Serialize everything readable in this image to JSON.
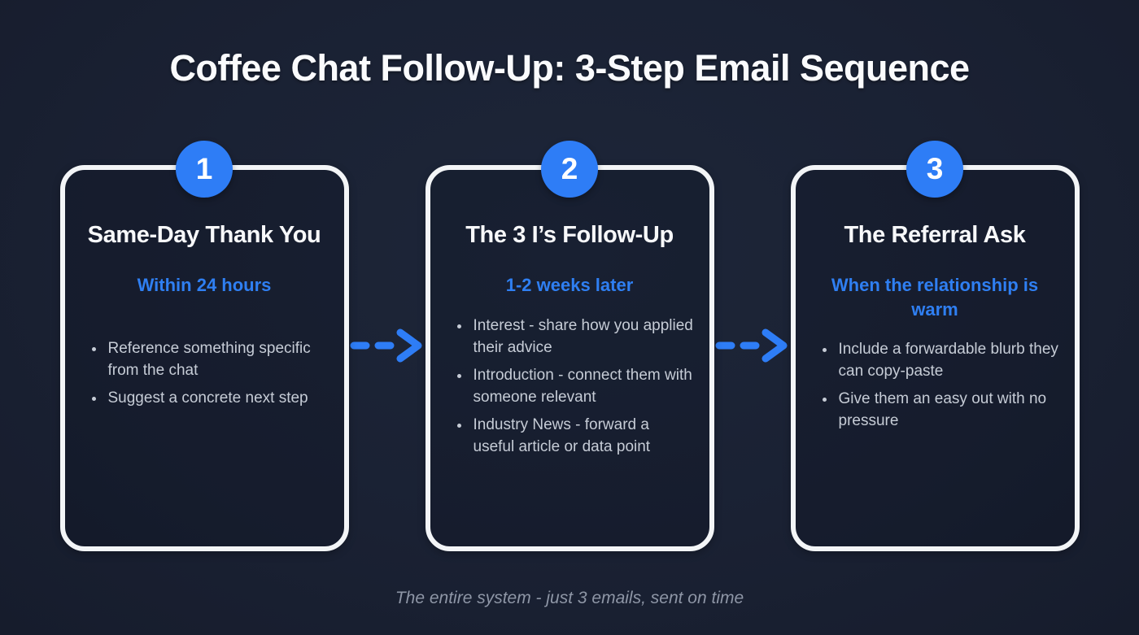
{
  "page": {
    "title": "Coffee Chat Follow-Up: 3-Step Email Sequence",
    "footer": "The entire system - just 3 emails, sent on time",
    "colors": {
      "background": "#1a2133",
      "accent_blue": "#2e7df6",
      "timing_blue": "#2f7ff2",
      "card_border": "#f3f5f7",
      "heading_text": "#f7f8fa",
      "bullet_text": "#c6ccd6",
      "footer_text": "#8e96a6"
    }
  },
  "steps": [
    {
      "number": "1",
      "title": "Same-Day Thank You",
      "timing": "Within 24 hours",
      "bullets": [
        "Reference something specific from the chat",
        "Suggest a concrete next step"
      ]
    },
    {
      "number": "2",
      "title": "The 3 I’s Follow-Up",
      "timing": "1-2 weeks later",
      "bullets": [
        "Interest - share how you applied their advice",
        "Introduction - connect them with someone relevant",
        "Industry News - forward a useful article or data point"
      ]
    },
    {
      "number": "3",
      "title": "The Referral Ask",
      "timing": "When the relationship is warm",
      "bullets": [
        "Include a forwardable blurb they can copy-paste",
        "Give them an easy out with no pressure"
      ]
    }
  ]
}
